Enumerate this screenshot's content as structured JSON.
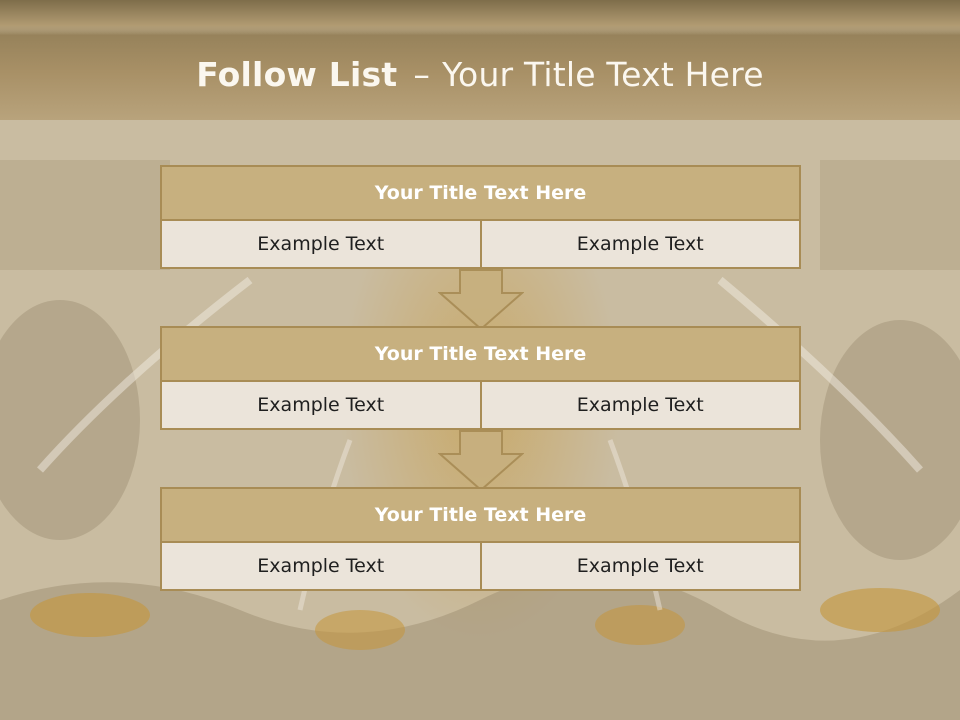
{
  "slide": {
    "title_bold": "Follow List",
    "title_separator": "–",
    "title_rest": "Your Title Text Here",
    "steps": [
      {
        "title": "Your Title Text Here",
        "left": "Example Text",
        "right": "Example Text"
      },
      {
        "title": "Your Title Text Here",
        "left": "Example Text",
        "right": "Example Text"
      },
      {
        "title": "Your Title Text Here",
        "left": "Example Text",
        "right": "Example Text"
      }
    ]
  },
  "colors": {
    "header_fill": "#c7b07f",
    "border": "#a88c55",
    "cell_fill": "#ebe4da",
    "arrow_fill": "#c7b07f",
    "title_text": "#fbf7ef"
  },
  "icons": [
    "down-arrow-icon"
  ]
}
